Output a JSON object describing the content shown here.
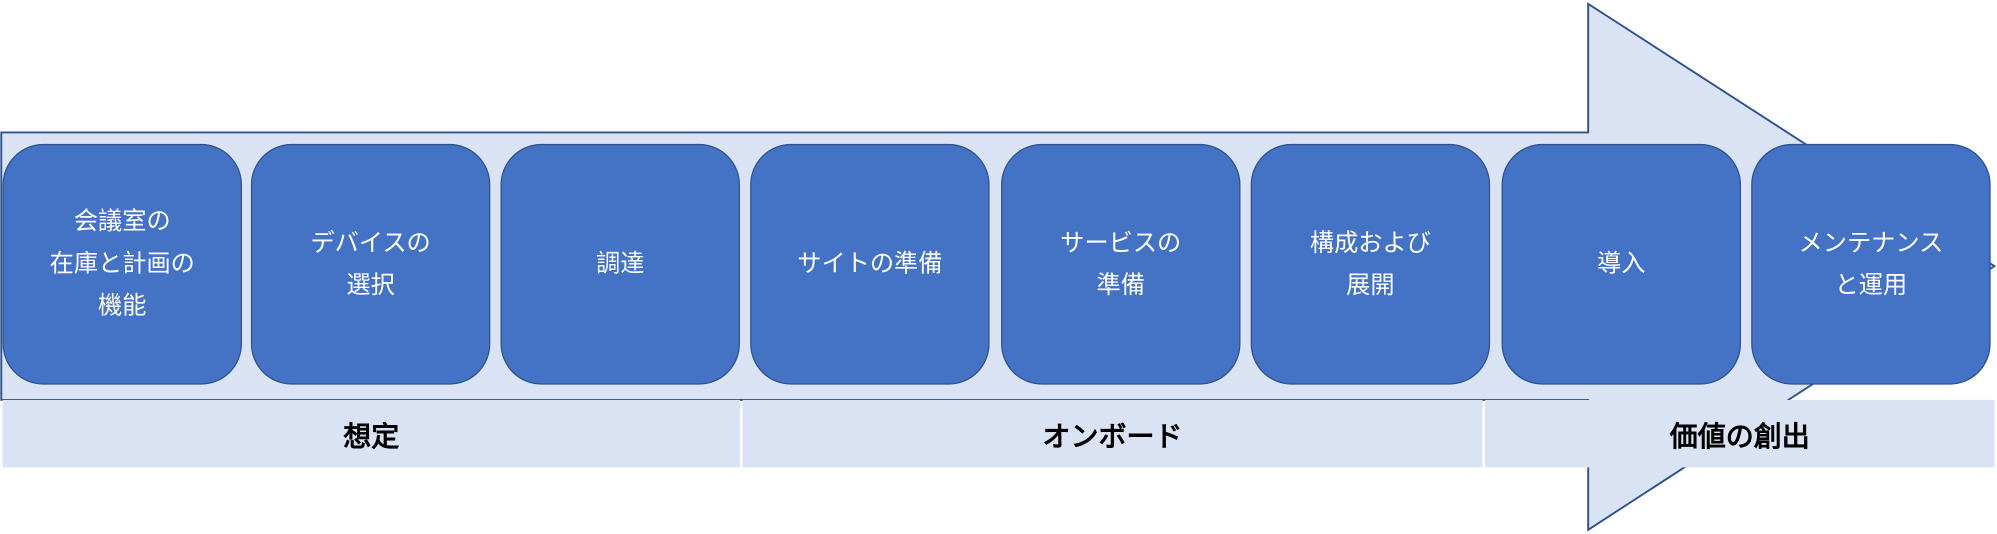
{
  "colors": {
    "step_fill": "#4472C4",
    "step_border": "#2F528F",
    "arrow_fill": "#DAE3F3",
    "arrow_border": "#2F528F"
  },
  "steps": [
    {
      "label": "会議室の\n在庫と計画の\n機能"
    },
    {
      "label": "デバイスの\n選択"
    },
    {
      "label": "調達"
    },
    {
      "label": "サイトの準備"
    },
    {
      "label": "サービスの\n準備"
    },
    {
      "label": "構成および\n展開"
    },
    {
      "label": "導入"
    },
    {
      "label": "メンテナンス\nと運用"
    }
  ],
  "phases": [
    {
      "label": "想定"
    },
    {
      "label": "オンボード"
    },
    {
      "label": "価値の創出"
    }
  ]
}
